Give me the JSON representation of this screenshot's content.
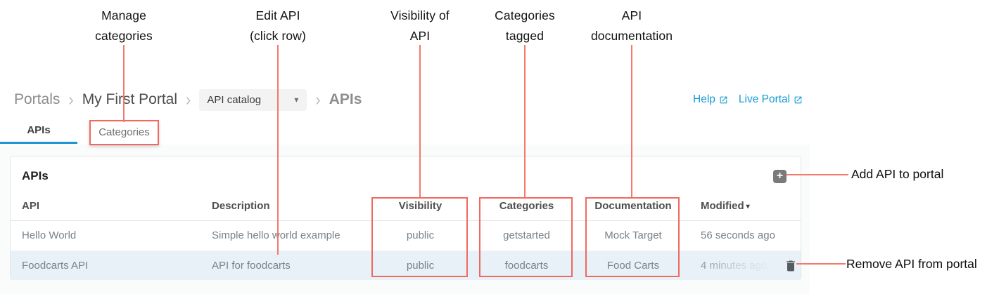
{
  "annotations": {
    "labels": [
      {
        "line1": "Manage",
        "line2": "categories"
      },
      {
        "line1": "Edit API",
        "line2": "(click row)"
      },
      {
        "line1": "Visibility of",
        "line2": "API"
      },
      {
        "line1": "Categories",
        "line2": "tagged"
      },
      {
        "line1": "API",
        "line2": "documentation"
      }
    ],
    "add_api_label": "Add API to portal",
    "remove_api_label": "Remove API from portal"
  },
  "breadcrumb": {
    "root": "Portals",
    "portal_name": "My First Portal",
    "catalog_value": "API catalog",
    "current_page": "APIs",
    "separator": "›"
  },
  "links": {
    "help_label": "Help",
    "live_portal_label": "Live Portal"
  },
  "tabs": {
    "apis_label": "APIs",
    "categories_label": "Categories"
  },
  "card": {
    "title": "APIs"
  },
  "table": {
    "headers": {
      "api": "API",
      "description": "Description",
      "visibility": "Visibility",
      "categories": "Categories",
      "documentation": "Documentation",
      "modified": "Modified"
    },
    "sort_indicator": "▾",
    "rows": [
      {
        "api": "Hello World",
        "description": "Simple hello world example",
        "visibility": "public",
        "categories": "getstarted",
        "documentation": "Mock Target",
        "modified": "56 seconds ago"
      },
      {
        "api": "Foodcarts API",
        "description": "API for foodcarts",
        "visibility": "public",
        "categories": "foodcarts",
        "documentation": "Food Carts",
        "modified": "4 minutes ago"
      }
    ]
  },
  "icons": {
    "add_glyph": "+",
    "dropdown_caret": "▾",
    "trash": "trash-icon",
    "external_link": "external-link-icon"
  },
  "colors": {
    "annotation_red": "#f1695e",
    "link_blue": "#169bd5",
    "active_tab_blue": "#1e94d2",
    "row_highlight": "#e7f1f7",
    "add_button_gray": "#7a7a7a"
  }
}
